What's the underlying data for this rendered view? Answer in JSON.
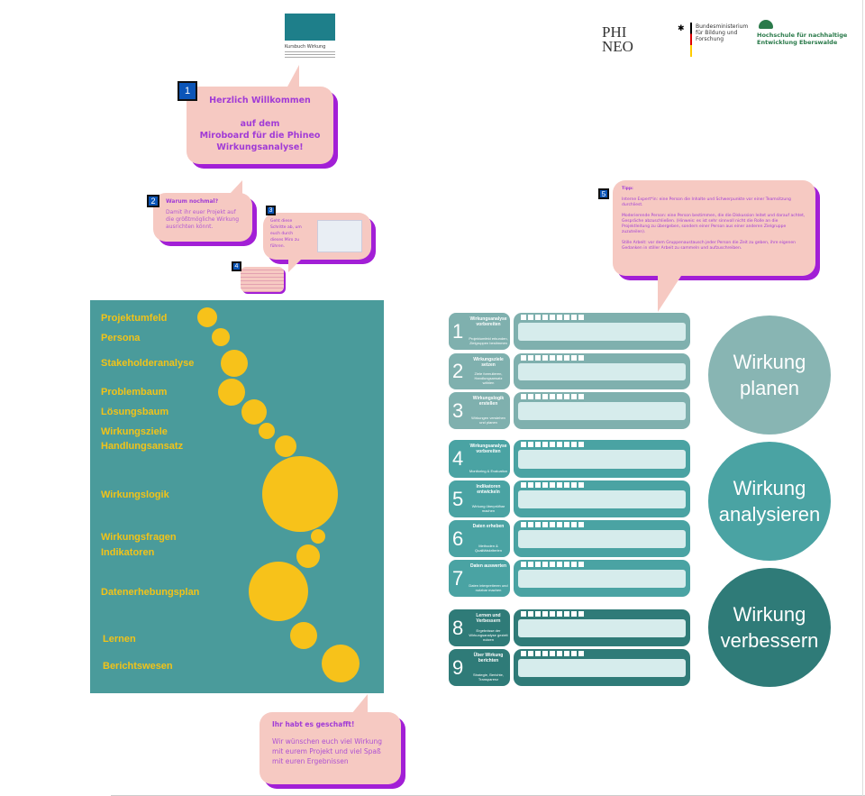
{
  "top_doc": {
    "title": "Kursbuch Wirkung"
  },
  "logos": {
    "phineo": "PHI NEO",
    "bmbf": "Bundesministerium für Bildung und Forschung",
    "hnee": "Hochschule für nachhaltige Entwicklung Eberswalde"
  },
  "bubbles": [
    {
      "num": "1",
      "text": "Herzlich Willkommen\n\nauf dem\nMiroboard für die Phineo\nWirkungsanalyse!"
    },
    {
      "num": "2",
      "title": "Warum nochmal?",
      "text": "Damit ihr euer Projekt auf die größtmögliche Wirkung ausrichten könnt."
    },
    {
      "num": "3",
      "text": "Geht diese Schritte ab, um euch durch dieses Miro zu führen."
    },
    {
      "num": "4"
    },
    {
      "num": "5",
      "title": "Tipp:",
      "lines": [
        "Interne Expert*in: eine Person die Inhalte und Schwerpunkte vor einer Teamsitzung durchliest.",
        "Moderierende Person: eine Person bestimmen, die die Diskussion leitet und darauf achtet, Gespräche abzuschließen. (Hinweis: es ist sehr sinnvoll nicht die Rolle an die Projektleitung zu übergeben, sondern einer Person aus einer anderen Zielgruppe zuzuteilen).",
        "Stille Arbeit: vor dem Gruppenaustausch jeder Person die Zeit zu geben, ihre eigenen Gedanken in stiller Arbeit zu sammeln und aufzuschreiben."
      ]
    },
    {
      "title": "Ihr habt es geschafft!",
      "text": "Wir wünschen euch viel Wirkung mit eurem Projekt und viel Spaß mit euren Ergebnissen"
    }
  ],
  "board_labels": [
    "Projektumfeld",
    "Persona",
    "Stakeholderanalyse",
    "Problembaum",
    "Lösungsbaum",
    "Wirkungsziele",
    "Handlungsansatz",
    "Wirkungslogik",
    "Wirkungsfragen",
    "Indikatoren",
    "Datenerhebungsplan",
    "Lernen",
    "Berichtswesen"
  ],
  "steps": [
    {
      "n": "1",
      "title": "Wirkungsanalyse vorbereiten",
      "sub": "Projektumfeld erkunden, Zielgruppen bestimmen"
    },
    {
      "n": "2",
      "title": "Wirkungsziele setzen",
      "sub": "Ziele formulieren, Handlungsansatz wählen"
    },
    {
      "n": "3",
      "title": "Wirkungslogik erstellen",
      "sub": "Wirkungen verstehen und planen"
    },
    {
      "n": "4",
      "title": "Wirkungsanalyse vorbereiten",
      "sub": "Monitoring & Evaluation"
    },
    {
      "n": "5",
      "title": "Indikatoren entwickeln",
      "sub": "Wirkung überprüfbar machen"
    },
    {
      "n": "6",
      "title": "Daten erheben",
      "sub": "Methoden & Qualitätskriterien"
    },
    {
      "n": "7",
      "title": "Daten auswerten",
      "sub": "Daten interpretieren und nutzbar machen"
    },
    {
      "n": "8",
      "title": "Lernen und Verbessern",
      "sub": "Ergebnisse der Wirkungsanalyse gezielt nutzen"
    },
    {
      "n": "9",
      "title": "Über Wirkung berichten",
      "sub": "Strategie, Berichte, Transparenz"
    }
  ],
  "phases": [
    "Wirkung planen",
    "Wirkung analysieren",
    "Wirkung verbessern"
  ],
  "colors": {
    "phase1": "#88b5b3",
    "phase2": "#4aa3a3",
    "phase3": "#2f7b78",
    "yellow": "#f7c21a",
    "bubble": "#f6c9c2",
    "shadow": "#a21fd6"
  }
}
